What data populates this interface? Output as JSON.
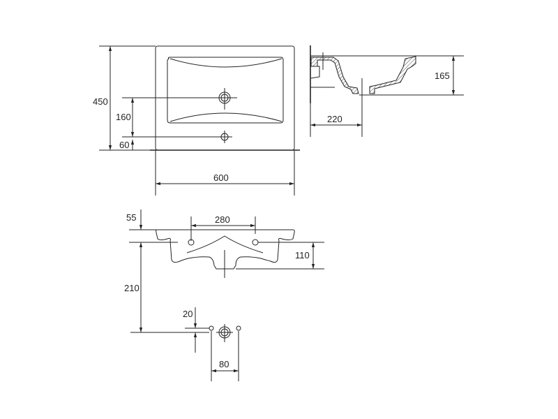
{
  "top_view": {
    "width": "600",
    "depth": "450",
    "drain_offset": "160",
    "tap_offset": "60"
  },
  "side_view": {
    "height": "165",
    "drain_distance": "220"
  },
  "front_view": {
    "hole_spacing": "280",
    "rim": "55",
    "bowl_depth": "110",
    "waste_height": "210",
    "waste_offset": "20",
    "waste_spacing": "80"
  }
}
